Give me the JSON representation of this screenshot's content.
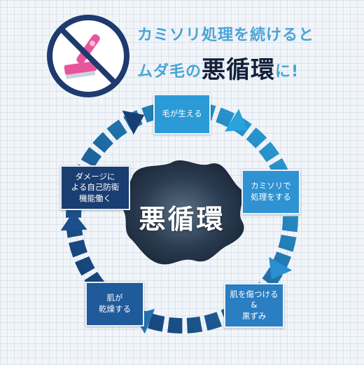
{
  "headline": {
    "line1": "カミソリ処理を続けると",
    "line2_pre": "ムダ毛の",
    "line2_emph": "悪循環",
    "line2_post": "に!"
  },
  "icons": {
    "banner": "no-razor-icon"
  },
  "diagram": {
    "center_label": "悪循環",
    "steps": [
      {
        "lines": [
          "毛が生える"
        ]
      },
      {
        "lines": [
          "カミソリで",
          "処理をする"
        ]
      },
      {
        "lines": [
          "肌を傷つける",
          "&",
          "黒ずみ"
        ]
      },
      {
        "lines": [
          "肌が",
          "乾燥する"
        ]
      },
      {
        "lines": [
          "ダメージに",
          "よる自己防衛",
          "機能働く"
        ]
      }
    ]
  },
  "colors": {
    "headline": "#4aa3d8",
    "emphasis": "#12213a",
    "cycle_light": "#2aa3dc",
    "cycle_dark": "#14336a",
    "prohibition": "#1e3a6e",
    "razor": "#e8559b"
  }
}
